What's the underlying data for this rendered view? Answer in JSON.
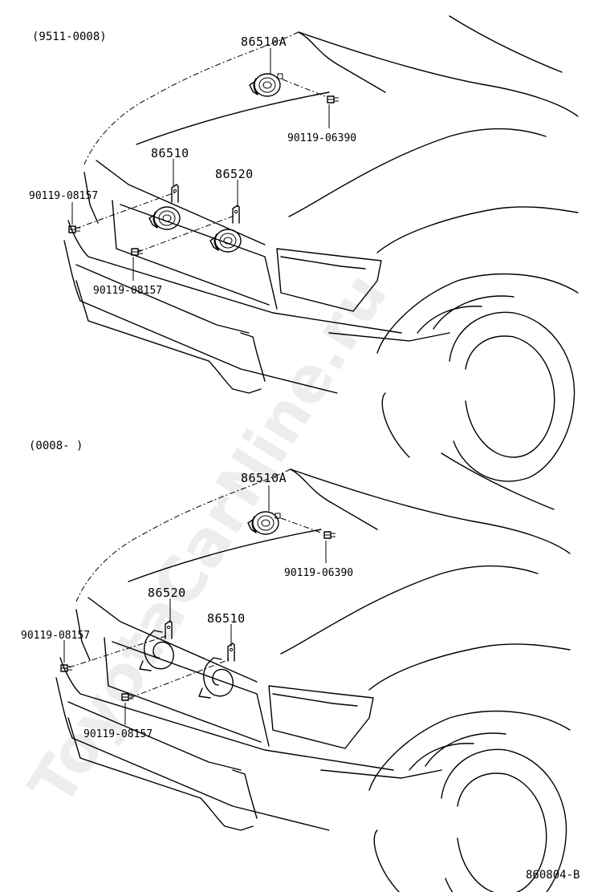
{
  "sections": [
    {
      "range": "(9511-0008)",
      "parts": {
        "horn_high_a": "86510A",
        "horn_high": "86510",
        "horn_low": "86520",
        "bolt_hood": "90119-06390",
        "bolt_left": "90119-08157",
        "bolt_bottom": "90119-08157"
      }
    },
    {
      "range": "(0008-      )",
      "parts": {
        "horn_high_a": "86510A",
        "horn_low": "86520",
        "horn_high": "86510",
        "bolt_hood": "90119-06390",
        "bolt_left": "90119-08157",
        "bolt_bottom": "90119-08157"
      }
    }
  ],
  "diagram_id": "860804-B",
  "watermark": "ToyotaCarNine.ru"
}
